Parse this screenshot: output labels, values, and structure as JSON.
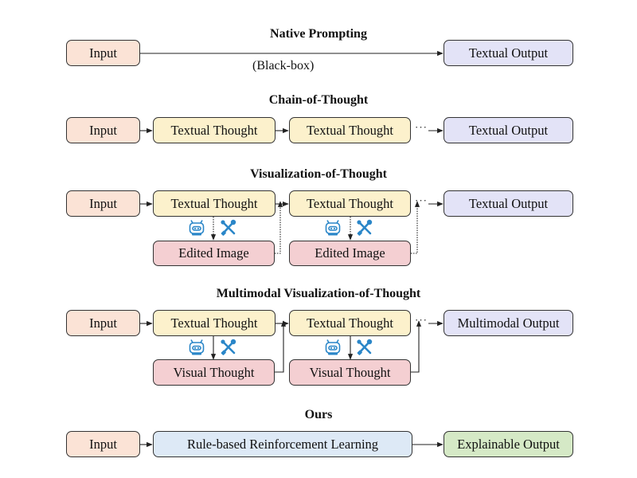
{
  "colors": {
    "input": "#fbe3d6",
    "textual_thought": "#fcf1cc",
    "textual_output": "#e3e3f7",
    "edited_image": "#f4cfd2",
    "rl": "#dde9f6",
    "explainable_output": "#d5e9c6",
    "icon": "#2a86c8"
  },
  "native": {
    "title": "Native Prompting",
    "input": "Input",
    "note": "(Black-box)",
    "output": "Textual Output"
  },
  "cot": {
    "title": "Chain-of-Thought",
    "input": "Input",
    "thought1": "Textual Thought",
    "thought2": "Textual Thought",
    "ellipsis": "···",
    "output": "Textual Output"
  },
  "vot": {
    "title": "Visualization-of-Thought",
    "input": "Input",
    "thought1": "Textual Thought",
    "thought2": "Textual Thought",
    "image1": "Edited Image",
    "image2": "Edited Image",
    "ellipsis": "···",
    "output": "Textual Output",
    "icons": [
      "robot-icon",
      "tools-icon"
    ]
  },
  "mvot": {
    "title": "Multimodal Visualization-of-Thought",
    "input": "Input",
    "thought1": "Textual Thought",
    "thought2": "Textual Thought",
    "visual1": "Visual Thought",
    "visual2": "Visual Thought",
    "ellipsis": "···",
    "output": "Multimodal Output",
    "icons": [
      "robot-icon",
      "tools-icon"
    ]
  },
  "ours": {
    "title": "Ours",
    "input": "Input",
    "method": "Rule-based Reinforcement Learning",
    "output": "Explainable Output"
  }
}
